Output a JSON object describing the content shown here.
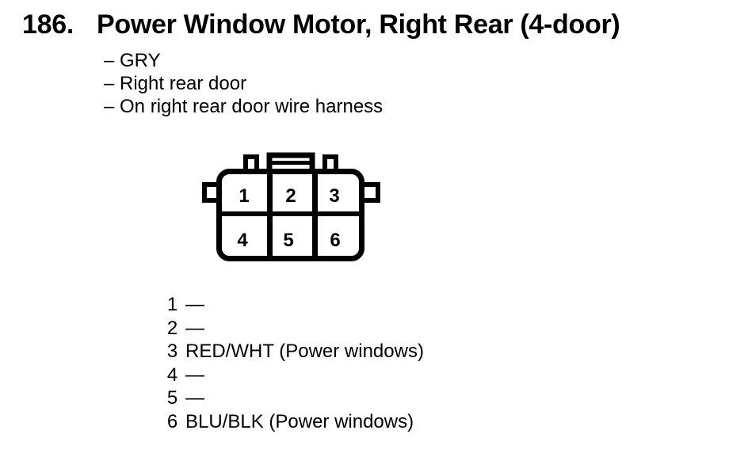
{
  "colors": {
    "ink": "#000000",
    "paper": "#ffffff"
  },
  "header": {
    "item_number": "186.",
    "title": "Power Window Motor, Right Rear (4-door)"
  },
  "notes": [
    "– GRY",
    "– Right rear door",
    "– On right rear door wire harness"
  ],
  "connector": {
    "cavities": [
      "1",
      "2",
      "3",
      "4",
      "5",
      "6"
    ]
  },
  "pins": [
    {
      "pin": "1",
      "wire": "—"
    },
    {
      "pin": "2",
      "wire": "—"
    },
    {
      "pin": "3",
      "wire": "RED/WHT (Power windows)"
    },
    {
      "pin": "4",
      "wire": "—"
    },
    {
      "pin": "5",
      "wire": "—"
    },
    {
      "pin": "6",
      "wire": "BLU/BLK (Power windows)"
    }
  ]
}
